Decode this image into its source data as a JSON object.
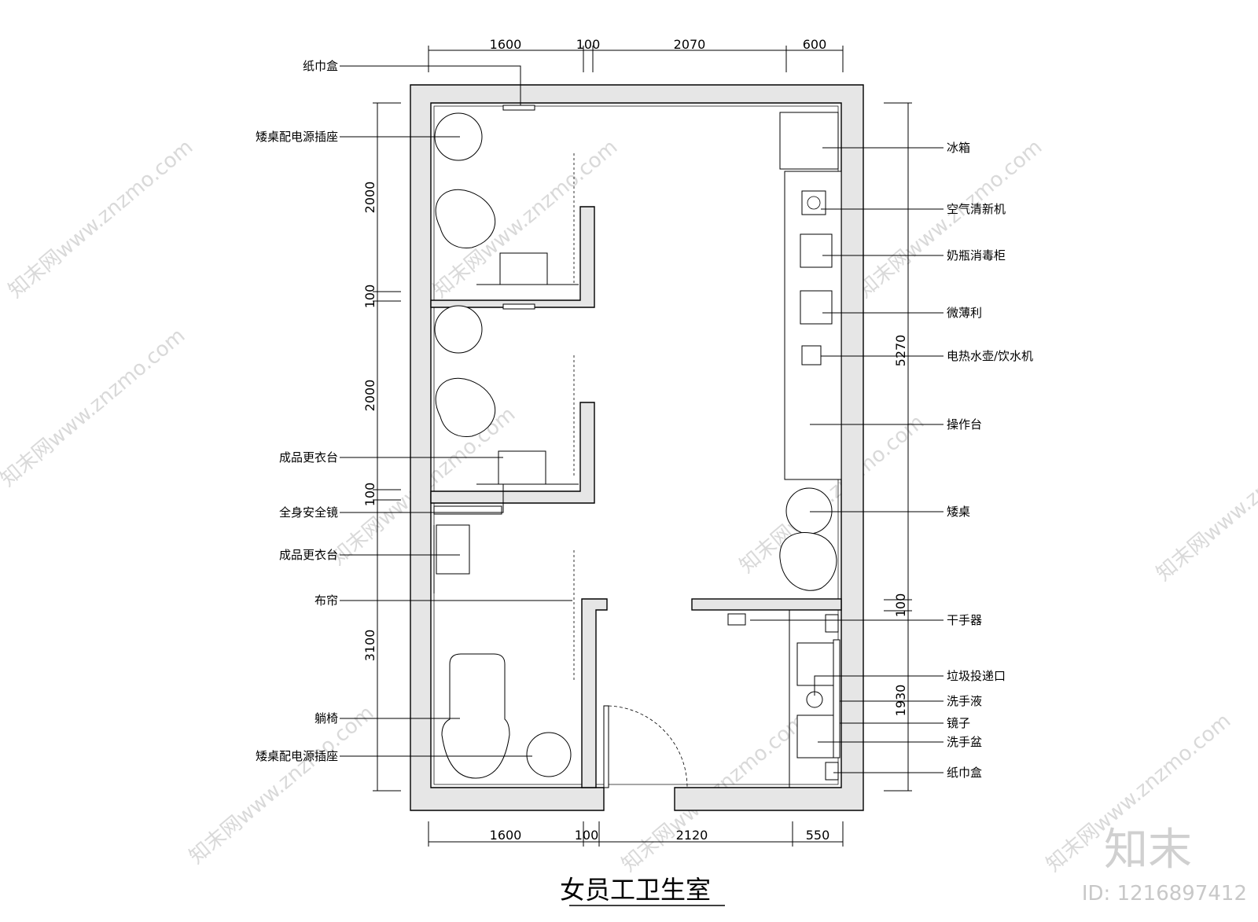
{
  "title": "女员工卫生室",
  "brand": {
    "logo_text": "知末",
    "id_text": "ID: 1216897412",
    "watermark": "知末网www.znzmo.com"
  },
  "dimensions": {
    "top": [
      "1600",
      "100",
      "2070",
      "600"
    ],
    "bottom": [
      "1600",
      "100",
      "2120",
      "550"
    ],
    "left": [
      "2000",
      "100",
      "2000",
      "100",
      "3100"
    ],
    "right_total": "5270",
    "right_small": "100",
    "right_lower": "1930"
  },
  "labels_left": [
    "纸巾盒",
    "矮桌配电源插座",
    "成品更衣台",
    "全身安全镜",
    "成品更衣台",
    "布帘",
    "躺椅",
    "矮桌配电源插座"
  ],
  "labels_right": [
    "冰箱",
    "空气清新机",
    "奶瓶消毒柜",
    "微薄利",
    "电热水壶/饮水机",
    "操作台",
    "矮桌",
    "干手器",
    "垃圾投递口",
    "洗手液",
    "镜子",
    "洗手盆",
    "纸巾盒"
  ]
}
